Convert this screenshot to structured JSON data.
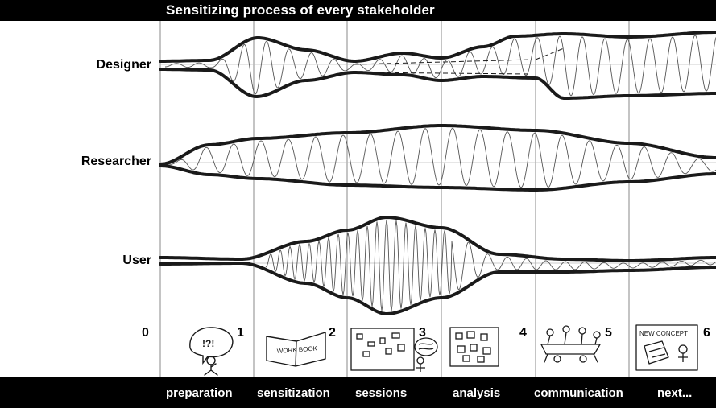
{
  "title": "Sensitizing process of every stakeholder",
  "stakeholders": [
    "Designer",
    "Researcher",
    "User"
  ],
  "steps": [
    "0",
    "1",
    "2",
    "3",
    "4",
    "5",
    "6"
  ],
  "phases": [
    "preparation",
    "sensitization",
    "sessions",
    "analysis",
    "communication",
    "next..."
  ],
  "sketches": {
    "bubble_text": "!?!",
    "workbook_text": "WORK BOOK",
    "new_concept_text": "NEW CONCEPT"
  },
  "colors": {
    "ink": "#1a1a1a",
    "bar": "#000000",
    "guide": "#888888"
  }
}
